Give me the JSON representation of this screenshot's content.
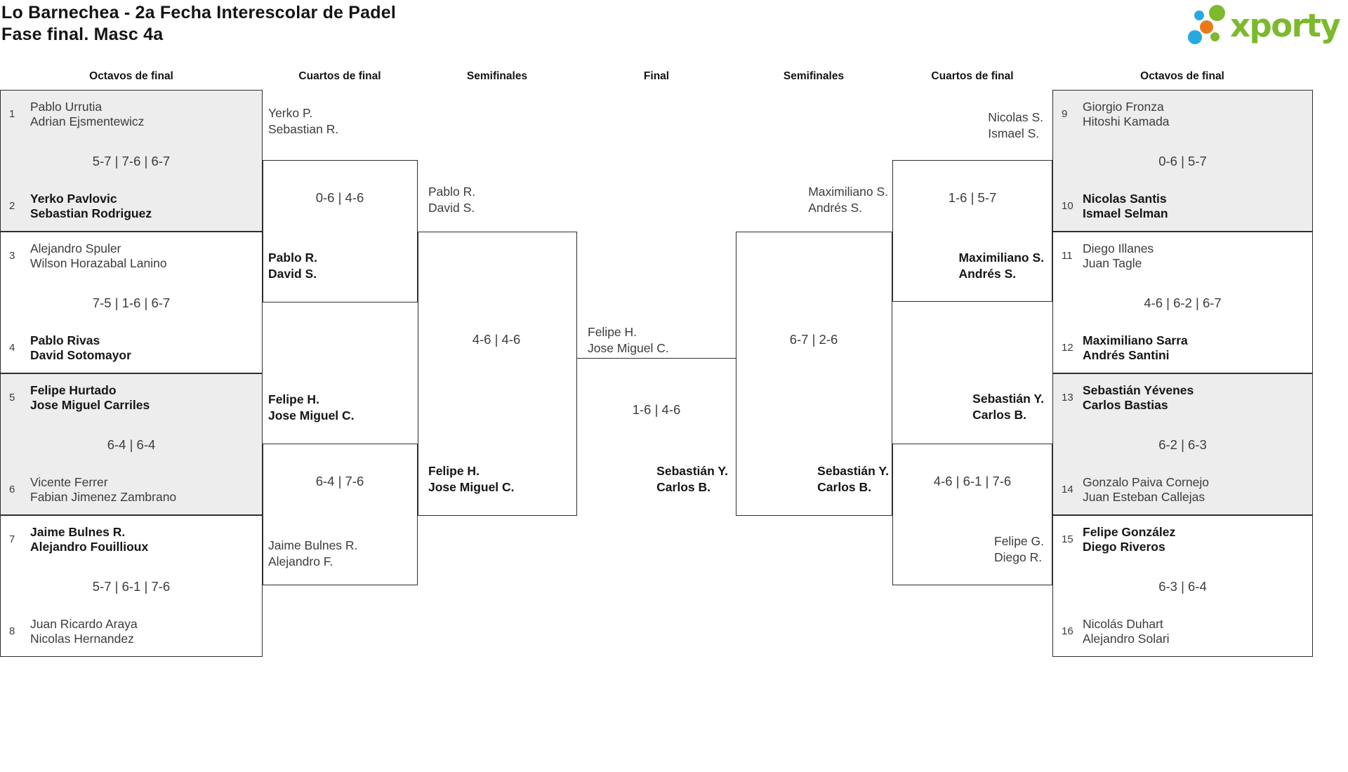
{
  "title": {
    "line1": "Lo Barnechea - 2a Fecha Interescolar de Padel",
    "line2": "Fase final. Masc 4a"
  },
  "logo": {
    "text": "xporty"
  },
  "colors": {
    "border": "#2e2e2e",
    "box_fill": "#ededed",
    "text": "#3c3c3c",
    "text_bold": "#161616",
    "logo_green": "#7cb92c",
    "logo_blue": "#29a8e0",
    "logo_orange": "#e87a1a"
  },
  "round_headers": [
    {
      "label": "Octavos de final"
    },
    {
      "label": "Cuartos de final"
    },
    {
      "label": "Semifinales"
    },
    {
      "label": "Final"
    },
    {
      "label": "Semifinales"
    },
    {
      "label": "Cuartos de final"
    },
    {
      "label": "Octavos de final"
    }
  ],
  "first_round_left": [
    {
      "seed_top": "1",
      "top": [
        "Pablo Urrutia",
        "Adrian Ejsmentewicz"
      ],
      "top_bold": false,
      "score": "5-7 | 7-6 | 6-7",
      "seed_bottom": "2",
      "bottom": [
        "Yerko Pavlovic",
        "Sebastian Rodriguez"
      ],
      "bottom_bold": true
    },
    {
      "seed_top": "3",
      "top": [
        "Alejandro Spuler",
        "Wilson Horazabal Lanino"
      ],
      "top_bold": false,
      "score": "7-5 | 1-6 | 6-7",
      "seed_bottom": "4",
      "bottom": [
        "Pablo Rivas",
        "David Sotomayor"
      ],
      "bottom_bold": true
    },
    {
      "seed_top": "5",
      "top": [
        "Felipe Hurtado",
        "Jose Miguel Carriles"
      ],
      "top_bold": true,
      "score": "6-4 | 6-4",
      "seed_bottom": "6",
      "bottom": [
        "Vicente Ferrer",
        "Fabian Jimenez Zambrano"
      ],
      "bottom_bold": false
    },
    {
      "seed_top": "7",
      "top": [
        "Jaime Bulnes R.",
        "Alejandro Fouillioux"
      ],
      "top_bold": true,
      "score": "5-7 | 6-1 | 7-6",
      "seed_bottom": "8",
      "bottom": [
        "Juan Ricardo Araya",
        "Nicolas Hernandez"
      ],
      "bottom_bold": false
    }
  ],
  "first_round_right": [
    {
      "seed_top": "9",
      "top": [
        "Giorgio Fronza",
        "Hitoshi Kamada"
      ],
      "top_bold": false,
      "score": "0-6 | 5-7",
      "seed_bottom": "10",
      "bottom": [
        "Nicolas Santis",
        "Ismael Selman"
      ],
      "bottom_bold": true
    },
    {
      "seed_top": "11",
      "top": [
        "Diego Illanes",
        "Juan Tagle"
      ],
      "top_bold": false,
      "score": "4-6 | 6-2 | 6-7",
      "seed_bottom": "12",
      "bottom": [
        "Maximiliano Sarra",
        "Andrés Santini"
      ],
      "bottom_bold": true
    },
    {
      "seed_top": "13",
      "top": [
        "Sebastián Yévenes",
        "Carlos Bastias"
      ],
      "top_bold": true,
      "score": "6-2 | 6-3",
      "seed_bottom": "14",
      "bottom": [
        "Gonzalo Paiva Cornejo",
        "Juan Esteban Callejas"
      ],
      "bottom_bold": false
    },
    {
      "seed_top": "15",
      "top": [
        "Felipe González",
        "Diego Riveros"
      ],
      "top_bold": true,
      "score": "6-3 | 6-4",
      "seed_bottom": "16",
      "bottom": [
        "Nicolás Duhart",
        "Alejandro Solari"
      ],
      "bottom_bold": false
    }
  ],
  "quarterfinals_left": [
    {
      "entrant_top": {
        "lines": [
          "Yerko P.",
          "Sebastian R."
        ],
        "bold": false
      },
      "score": "0-6 | 4-6",
      "entrant_bottom": {
        "lines": [
          "Pablo R.",
          "David S."
        ],
        "bold": true
      }
    },
    {
      "entrant_top": {
        "lines": [
          "Felipe H.",
          "Jose Miguel C."
        ],
        "bold": true
      },
      "score": "6-4 | 7-6",
      "entrant_bottom": {
        "lines": [
          "Jaime Bulnes R.",
          "Alejandro F."
        ],
        "bold": false
      }
    }
  ],
  "semifinal_left": {
    "entrant_top": {
      "lines": [
        "Pablo R.",
        "David S."
      ],
      "bold": false
    },
    "score": "4-6 | 4-6",
    "entrant_bottom": {
      "lines": [
        "Felipe H.",
        "Jose Miguel C."
      ],
      "bold": true
    }
  },
  "final": {
    "entrant_left": {
      "lines": [
        "Felipe H.",
        "Jose Miguel C."
      ],
      "bold": false
    },
    "score": "1-6 | 4-6",
    "entrant_right": {
      "lines": [
        "Sebastián Y.",
        "Carlos B."
      ],
      "bold": true
    }
  },
  "semifinal_right": {
    "entrant_top": {
      "lines": [
        "Maximiliano S.",
        "Andrés S."
      ],
      "bold": false
    },
    "score": "6-7 | 2-6",
    "entrant_bottom": {
      "lines": [
        "Sebastián Y.",
        "Carlos B."
      ],
      "bold": true
    }
  },
  "quarterfinals_right": [
    {
      "entrant_top": {
        "lines": [
          "Nicolas S.",
          "Ismael S."
        ],
        "bold": false
      },
      "score": "1-6 | 5-7",
      "entrant_bottom": {
        "lines": [
          "Maximiliano S.",
          "Andrés S."
        ],
        "bold": true
      }
    },
    {
      "entrant_top": {
        "lines": [
          "Sebastián Y.",
          "Carlos B."
        ],
        "bold": true
      },
      "score": "4-6 | 6-1 | 7-6",
      "entrant_bottom": {
        "lines": [
          "Felipe G.",
          "Diego R."
        ],
        "bold": false
      }
    }
  ]
}
